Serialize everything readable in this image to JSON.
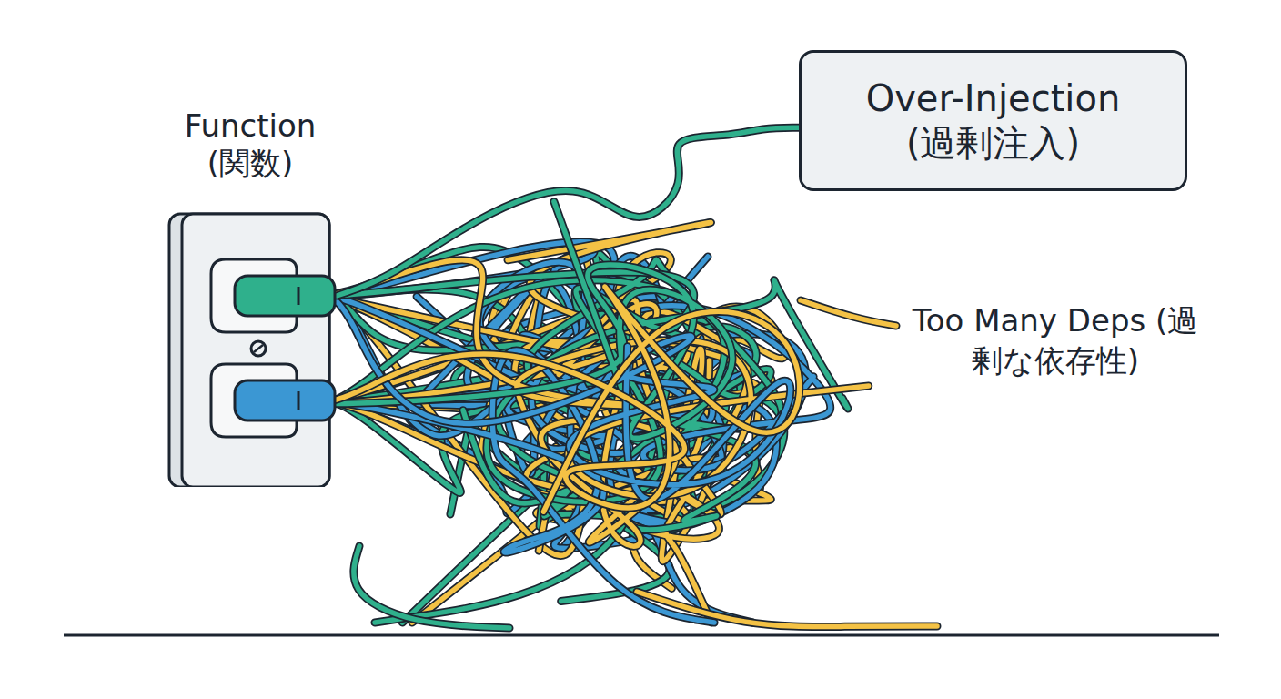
{
  "diagram": {
    "nodes": [
      {
        "text": [
          "Function (関数)"
        ]
      },
      {
        "text": [
          "Over-Injection (過剰注入)"
        ]
      }
    ],
    "edges": [
      {
        "from": 0,
        "to": 1,
        "arrow": "none"
      }
    ],
    "labels": [
      "Too Many Deps (過剰な依存性)"
    ]
  }
}
